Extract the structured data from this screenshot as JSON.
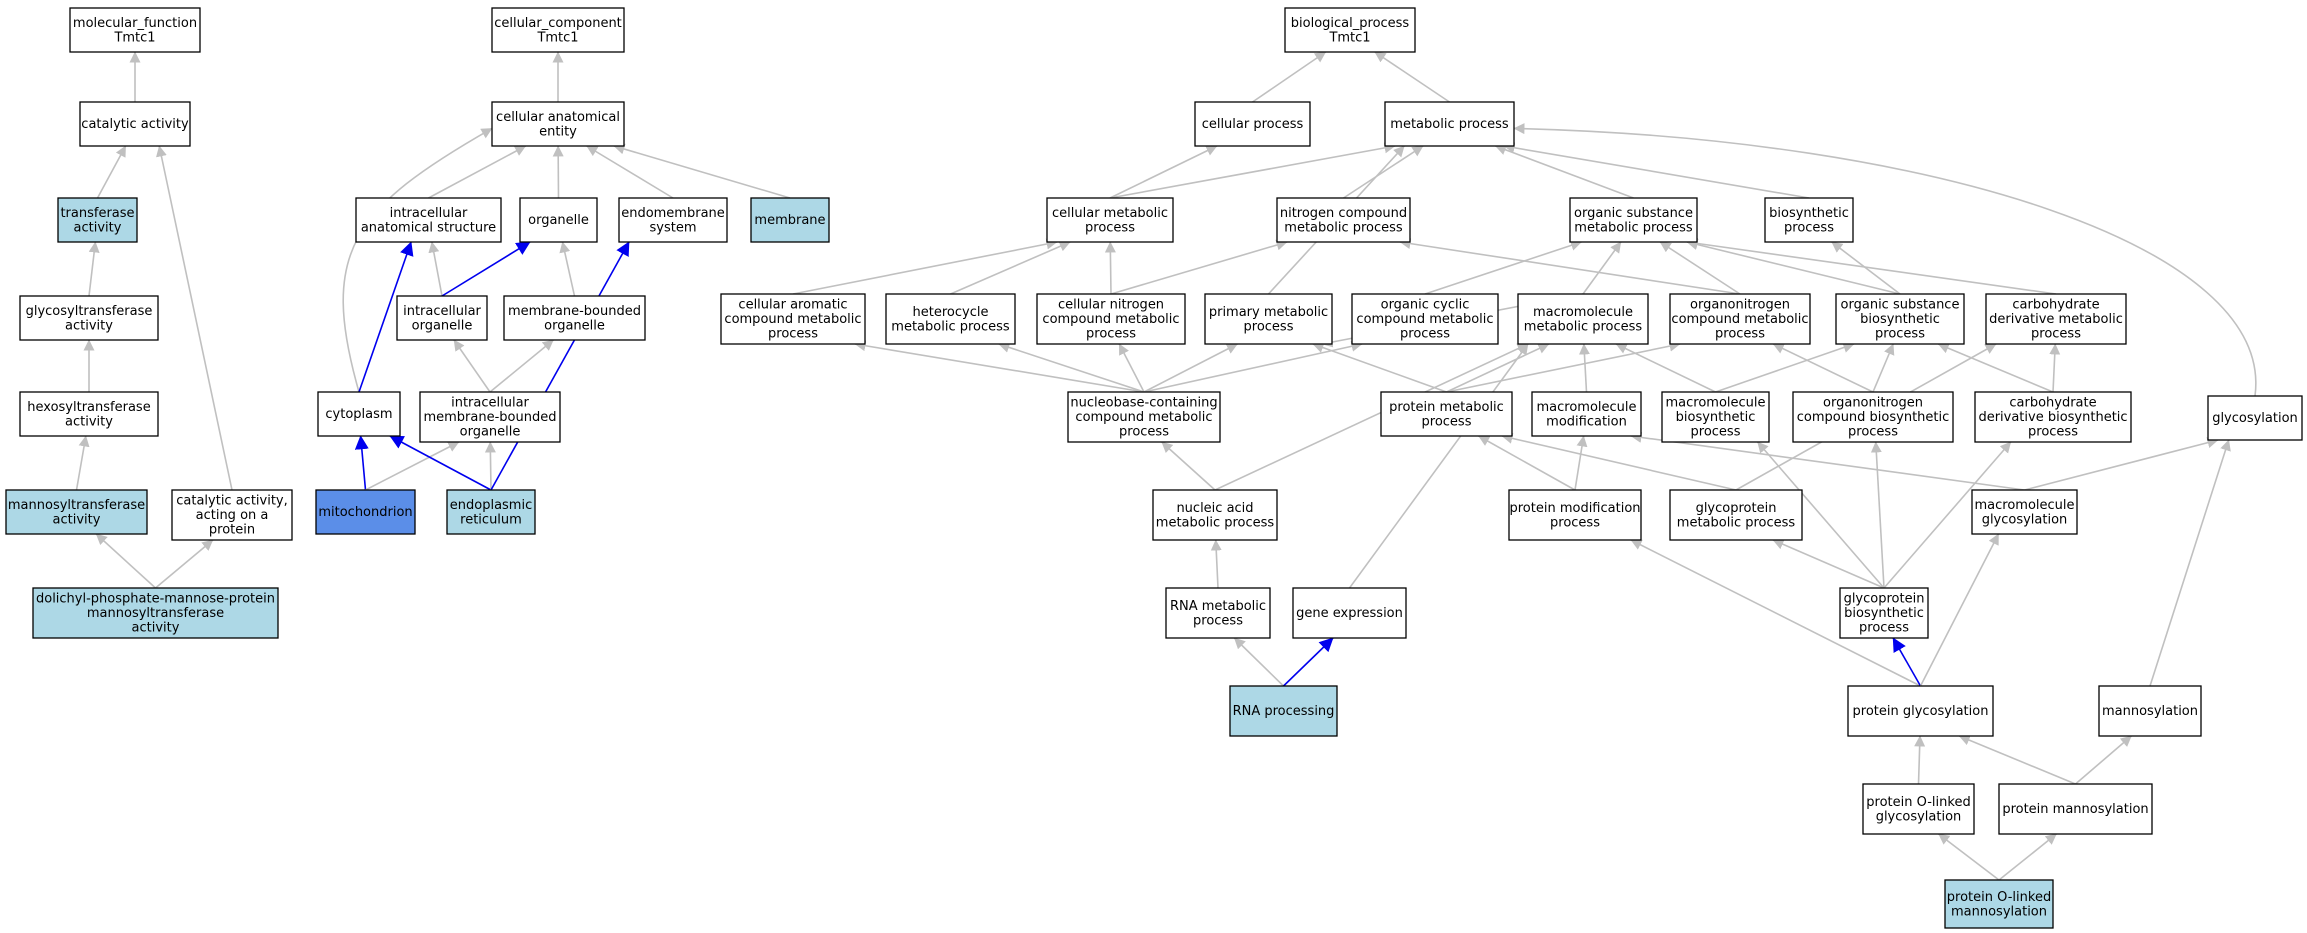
{
  "colors": {
    "plain": "#ffffff",
    "annotated": "#add8e6",
    "highlight": "#5b8ee8",
    "edge": "#c0c0c0",
    "edge_highlight": "#0000ee",
    "border": "#000000"
  },
  "nodes": [
    {
      "id": "mf",
      "lines": [
        "molecular_function",
        "Tmtc1"
      ],
      "style": "plain"
    },
    {
      "id": "cat",
      "lines": [
        "catalytic activity"
      ],
      "style": "plain"
    },
    {
      "id": "trans",
      "lines": [
        "transferase",
        "activity"
      ],
      "style": "annotated"
    },
    {
      "id": "glyt",
      "lines": [
        "glycosyltransferase",
        "activity"
      ],
      "style": "plain"
    },
    {
      "id": "hext",
      "lines": [
        "hexosyltransferase",
        "activity"
      ],
      "style": "plain"
    },
    {
      "id": "mant",
      "lines": [
        "mannosyltransferase",
        "activity"
      ],
      "style": "annotated"
    },
    {
      "id": "catp",
      "lines": [
        "catalytic activity,",
        "acting on a",
        "protein"
      ],
      "style": "plain"
    },
    {
      "id": "dol",
      "lines": [
        "dolichyl-phosphate-mannose-protein",
        "mannosyltransferase",
        "activity"
      ],
      "style": "annotated"
    },
    {
      "id": "cc",
      "lines": [
        "cellular_component",
        "Tmtc1"
      ],
      "style": "plain"
    },
    {
      "id": "cae",
      "lines": [
        "cellular anatomical",
        "entity"
      ],
      "style": "plain"
    },
    {
      "id": "ias",
      "lines": [
        "intracellular",
        "anatomical structure"
      ],
      "style": "plain"
    },
    {
      "id": "org",
      "lines": [
        "organelle"
      ],
      "style": "plain"
    },
    {
      "id": "endo",
      "lines": [
        "endomembrane",
        "system"
      ],
      "style": "plain"
    },
    {
      "id": "memb",
      "lines": [
        "membrane"
      ],
      "style": "annotated"
    },
    {
      "id": "io",
      "lines": [
        "intracellular",
        "organelle"
      ],
      "style": "plain"
    },
    {
      "id": "mbo",
      "lines": [
        "membrane-bounded",
        "organelle"
      ],
      "style": "plain"
    },
    {
      "id": "cyto",
      "lines": [
        "cytoplasm"
      ],
      "style": "plain"
    },
    {
      "id": "imbo",
      "lines": [
        "intracellular",
        "membrane-bounded",
        "organelle"
      ],
      "style": "plain"
    },
    {
      "id": "mito",
      "lines": [
        "mitochondrion"
      ],
      "style": "highlight"
    },
    {
      "id": "er",
      "lines": [
        "endoplasmic",
        "reticulum"
      ],
      "style": "annotated"
    },
    {
      "id": "bp",
      "lines": [
        "biological_process",
        "Tmtc1"
      ],
      "style": "plain"
    },
    {
      "id": "cp",
      "lines": [
        "cellular process"
      ],
      "style": "plain"
    },
    {
      "id": "mp",
      "lines": [
        "metabolic process"
      ],
      "style": "plain"
    },
    {
      "id": "cmp",
      "lines": [
        "cellular metabolic",
        "process"
      ],
      "style": "plain"
    },
    {
      "id": "ncmp",
      "lines": [
        "nitrogen compound",
        "metabolic process"
      ],
      "style": "plain"
    },
    {
      "id": "osmp",
      "lines": [
        "organic substance",
        "metabolic process"
      ],
      "style": "plain"
    },
    {
      "id": "bsp",
      "lines": [
        "biosynthetic",
        "process"
      ],
      "style": "plain"
    },
    {
      "id": "cacmp",
      "lines": [
        "cellular aromatic",
        "compound metabolic",
        "process"
      ],
      "style": "plain"
    },
    {
      "id": "hmp",
      "lines": [
        "heterocycle",
        "metabolic process"
      ],
      "style": "plain"
    },
    {
      "id": "cncmp",
      "lines": [
        "cellular nitrogen",
        "compound metabolic",
        "process"
      ],
      "style": "plain"
    },
    {
      "id": "pmp",
      "lines": [
        "primary metabolic",
        "process"
      ],
      "style": "plain"
    },
    {
      "id": "occmp",
      "lines": [
        "organic cyclic",
        "compound metabolic",
        "process"
      ],
      "style": "plain"
    },
    {
      "id": "mmp",
      "lines": [
        "macromolecule",
        "metabolic process"
      ],
      "style": "plain"
    },
    {
      "id": "oncmp",
      "lines": [
        "organonitrogen",
        "compound metabolic",
        "process"
      ],
      "style": "plain"
    },
    {
      "id": "osbp",
      "lines": [
        "organic substance",
        "biosynthetic",
        "process"
      ],
      "style": "plain"
    },
    {
      "id": "cdmp",
      "lines": [
        "carbohydrate",
        "derivative metabolic",
        "process"
      ],
      "style": "plain"
    },
    {
      "id": "nbcmp",
      "lines": [
        "nucleobase-containing",
        "compound metabolic",
        "process"
      ],
      "style": "plain"
    },
    {
      "id": "protmp",
      "lines": [
        "protein metabolic",
        "process"
      ],
      "style": "plain"
    },
    {
      "id": "mmod",
      "lines": [
        "macromolecule",
        "modification"
      ],
      "style": "plain"
    },
    {
      "id": "mbp",
      "lines": [
        "macromolecule",
        "biosynthetic",
        "process"
      ],
      "style": "plain"
    },
    {
      "id": "oncbp",
      "lines": [
        "organonitrogen",
        "compound biosynthetic",
        "process"
      ],
      "style": "plain"
    },
    {
      "id": "cdbp",
      "lines": [
        "carbohydrate",
        "derivative biosynthetic",
        "process"
      ],
      "style": "plain"
    },
    {
      "id": "glyc",
      "lines": [
        "glycosylation"
      ],
      "style": "plain"
    },
    {
      "id": "namp",
      "lines": [
        "nucleic acid",
        "metabolic process"
      ],
      "style": "plain"
    },
    {
      "id": "pmodp",
      "lines": [
        "protein modification",
        "process"
      ],
      "style": "plain"
    },
    {
      "id": "gpmp",
      "lines": [
        "glycoprotein",
        "metabolic process"
      ],
      "style": "plain"
    },
    {
      "id": "mglyc",
      "lines": [
        "macromolecule",
        "glycosylation"
      ],
      "style": "plain"
    },
    {
      "id": "rnamp",
      "lines": [
        "RNA metabolic",
        "process"
      ],
      "style": "plain"
    },
    {
      "id": "ge",
      "lines": [
        "gene expression"
      ],
      "style": "plain"
    },
    {
      "id": "gpbp",
      "lines": [
        "glycoprotein",
        "biosynthetic",
        "process"
      ],
      "style": "plain"
    },
    {
      "id": "rnap",
      "lines": [
        "RNA processing"
      ],
      "style": "annotated"
    },
    {
      "id": "pglyc",
      "lines": [
        "protein glycosylation"
      ],
      "style": "plain"
    },
    {
      "id": "mannos",
      "lines": [
        "mannosylation"
      ],
      "style": "plain"
    },
    {
      "id": "polg",
      "lines": [
        "protein O-linked",
        "glycosylation"
      ],
      "style": "plain"
    },
    {
      "id": "pmann",
      "lines": [
        "protein mannosylation"
      ],
      "style": "plain"
    },
    {
      "id": "poman",
      "lines": [
        "protein O-linked",
        "mannosylation"
      ],
      "style": "annotated"
    }
  ],
  "edges": [
    {
      "from": "cat",
      "to": "mf"
    },
    {
      "from": "trans",
      "to": "cat"
    },
    {
      "from": "glyt",
      "to": "trans"
    },
    {
      "from": "hext",
      "to": "glyt"
    },
    {
      "from": "mant",
      "to": "hext"
    },
    {
      "from": "catp",
      "to": "cat"
    },
    {
      "from": "dol",
      "to": "mant"
    },
    {
      "from": "dol",
      "to": "catp"
    },
    {
      "from": "cae",
      "to": "cc"
    },
    {
      "from": "ias",
      "to": "cae"
    },
    {
      "from": "org",
      "to": "cae"
    },
    {
      "from": "endo",
      "to": "cae"
    },
    {
      "from": "memb",
      "to": "cae"
    },
    {
      "from": "io",
      "to": "ias"
    },
    {
      "from": "io",
      "to": "org",
      "primary": true
    },
    {
      "from": "mbo",
      "to": "org"
    },
    {
      "from": "cyto",
      "to": "cae",
      "curve": "left"
    },
    {
      "from": "cyto",
      "to": "ias",
      "primary": true
    },
    {
      "from": "imbo",
      "to": "io"
    },
    {
      "from": "imbo",
      "to": "mbo"
    },
    {
      "from": "mito",
      "to": "cyto",
      "primary": true
    },
    {
      "from": "mito",
      "to": "imbo"
    },
    {
      "from": "er",
      "to": "cyto",
      "primary": true
    },
    {
      "from": "er",
      "to": "imbo"
    },
    {
      "from": "er",
      "to": "endo",
      "primary": true
    },
    {
      "from": "cp",
      "to": "bp"
    },
    {
      "from": "mp",
      "to": "bp"
    },
    {
      "from": "cmp",
      "to": "cp"
    },
    {
      "from": "cmp",
      "to": "mp"
    },
    {
      "from": "ncmp",
      "to": "mp"
    },
    {
      "from": "osmp",
      "to": "mp"
    },
    {
      "from": "bsp",
      "to": "mp"
    },
    {
      "from": "cacmp",
      "to": "cmp"
    },
    {
      "from": "hmp",
      "to": "cmp"
    },
    {
      "from": "cncmp",
      "to": "cmp"
    },
    {
      "from": "cncmp",
      "to": "ncmp"
    },
    {
      "from": "pmp",
      "to": "mp"
    },
    {
      "from": "occmp",
      "to": "osmp"
    },
    {
      "from": "mmp",
      "to": "osmp"
    },
    {
      "from": "mmp",
      "to": "pmp"
    },
    {
      "from": "oncmp",
      "to": "ncmp"
    },
    {
      "from": "oncmp",
      "to": "osmp"
    },
    {
      "from": "osbp",
      "to": "osmp"
    },
    {
      "from": "osbp",
      "to": "bsp"
    },
    {
      "from": "cdmp",
      "to": "osmp"
    },
    {
      "from": "nbcmp",
      "to": "cacmp"
    },
    {
      "from": "nbcmp",
      "to": "hmp"
    },
    {
      "from": "nbcmp",
      "to": "cncmp"
    },
    {
      "from": "nbcmp",
      "to": "pmp"
    },
    {
      "from": "nbcmp",
      "to": "occmp"
    },
    {
      "from": "protmp",
      "to": "mmp"
    },
    {
      "from": "protmp",
      "to": "pmp"
    },
    {
      "from": "protmp",
      "to": "oncmp"
    },
    {
      "from": "mmod",
      "to": "mmp"
    },
    {
      "from": "mbp",
      "to": "mmp"
    },
    {
      "from": "mbp",
      "to": "osbp"
    },
    {
      "from": "oncbp",
      "to": "oncmp"
    },
    {
      "from": "oncbp",
      "to": "osbp"
    },
    {
      "from": "cdbp",
      "to": "osbp"
    },
    {
      "from": "cdbp",
      "to": "cdmp"
    },
    {
      "from": "glyc",
      "to": "mp",
      "curve": "right"
    },
    {
      "from": "namp",
      "to": "nbcmp"
    },
    {
      "from": "namp",
      "to": "mmp"
    },
    {
      "from": "pmodp",
      "to": "protmp"
    },
    {
      "from": "pmodp",
      "to": "mmod"
    },
    {
      "from": "gpmp",
      "to": "protmp"
    },
    {
      "from": "gpmp",
      "to": "cdmp"
    },
    {
      "from": "mglyc",
      "to": "mmod"
    },
    {
      "from": "mglyc",
      "to": "glyc"
    },
    {
      "from": "rnamp",
      "to": "namp"
    },
    {
      "from": "ge",
      "to": "mmp"
    },
    {
      "from": "gpbp",
      "to": "gpmp"
    },
    {
      "from": "gpbp",
      "to": "mbp"
    },
    {
      "from": "gpbp",
      "to": "oncbp"
    },
    {
      "from": "gpbp",
      "to": "cdbp"
    },
    {
      "from": "rnap",
      "to": "rnamp"
    },
    {
      "from": "rnap",
      "to": "ge",
      "primary": true
    },
    {
      "from": "pglyc",
      "to": "pmodp"
    },
    {
      "from": "pglyc",
      "to": "gpbp",
      "primary": true
    },
    {
      "from": "pglyc",
      "to": "mglyc"
    },
    {
      "from": "mannos",
      "to": "glyc"
    },
    {
      "from": "polg",
      "to": "pglyc"
    },
    {
      "from": "pmann",
      "to": "pglyc"
    },
    {
      "from": "pmann",
      "to": "mannos"
    },
    {
      "from": "poman",
      "to": "polg"
    },
    {
      "from": "poman",
      "to": "pmann"
    }
  ]
}
